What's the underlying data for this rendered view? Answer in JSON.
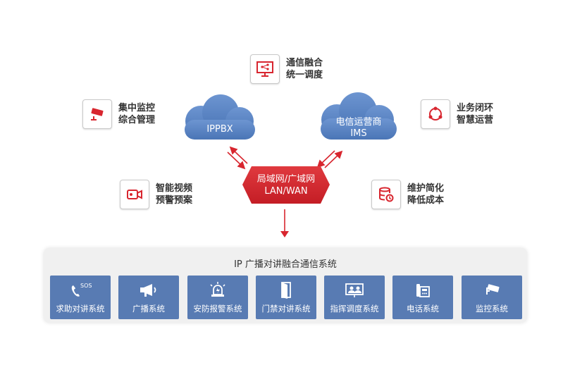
{
  "features": [
    {
      "id": "comm",
      "icon": "monitor-network-icon",
      "line1": "通信融合",
      "line2": "统一调度"
    },
    {
      "id": "monitor",
      "icon": "cctv-camera-icon",
      "line1": "集中监控",
      "line2": "综合管理"
    },
    {
      "id": "business",
      "icon": "cycle-icon",
      "line1": "业务闭环",
      "line2": "智慧运营"
    },
    {
      "id": "video",
      "icon": "video-camera-icon",
      "line1": "智能视频",
      "line2": "预警预案"
    },
    {
      "id": "maintain",
      "icon": "database-icon",
      "line1": "维护简化",
      "line2": "降低成本"
    }
  ],
  "clouds": [
    {
      "id": "ippbx",
      "lines": [
        "IPPBX"
      ]
    },
    {
      "id": "ims",
      "lines": [
        "电信运营商",
        "IMS"
      ]
    }
  ],
  "network": {
    "line1": "局域网/广域网",
    "line2": "LAN/WAN"
  },
  "panel": {
    "title": "IP 广播对讲融合通信系统",
    "systems": [
      {
        "icon": "phone-sos-icon",
        "label": "求助对讲系统",
        "badge": "SOS"
      },
      {
        "icon": "megaphone-icon",
        "label": "广播系统"
      },
      {
        "icon": "alarm-light-icon",
        "label": "安防报警系统"
      },
      {
        "icon": "door-icon",
        "label": "门禁对讲系统"
      },
      {
        "icon": "conference-screen-icon",
        "label": "指挥调度系统"
      },
      {
        "icon": "telephone-icon",
        "label": "电话系统"
      },
      {
        "icon": "cctv-camera-icon",
        "label": "监控系统"
      }
    ]
  },
  "colors": {
    "accent_red": "#d8262f",
    "cloud_blue": "#5b86c5",
    "system_blue": "#587bb3",
    "panel_bg": "#f0f0f0"
  }
}
